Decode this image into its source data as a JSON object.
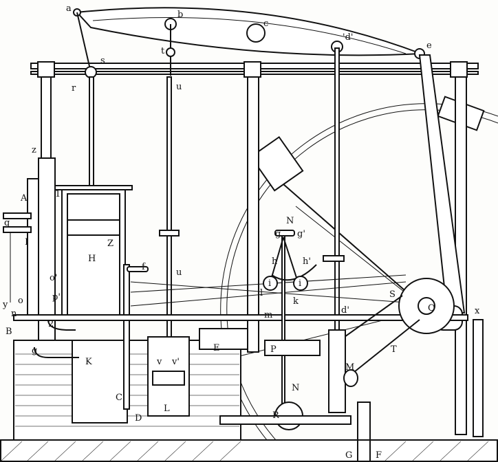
{
  "title": "Watt steam engine sectional engraving",
  "labels": [
    "a",
    "b",
    "c",
    "'d'",
    "e",
    "s",
    "t",
    "u",
    "r",
    "z",
    "A",
    "q",
    "I",
    "H",
    "Z",
    "f",
    "o'",
    "p'",
    "y",
    "o",
    "n",
    "B",
    "2",
    "K",
    "L",
    "E",
    "v",
    "v'",
    "C",
    "D",
    "P",
    "N",
    "g",
    "g'",
    "h",
    "h'",
    "i",
    "i",
    "l",
    "k",
    "m",
    "d'",
    "S",
    "O",
    "x",
    "T",
    "M",
    "N",
    "R",
    "G",
    "F",
    "u",
    "1",
    "g"
  ]
}
